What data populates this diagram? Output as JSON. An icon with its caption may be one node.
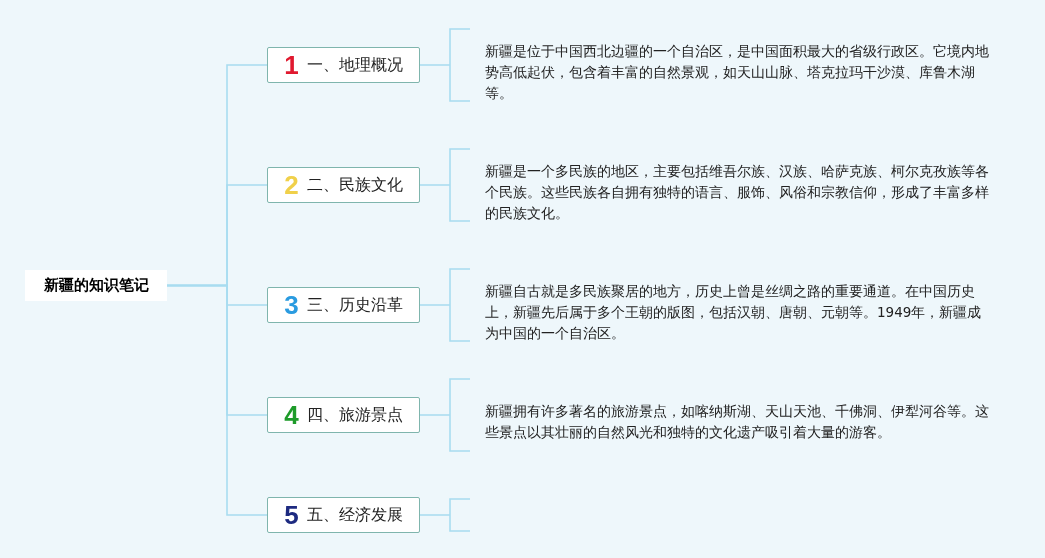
{
  "diagram": {
    "nodes": [
      {
        "text": [
          "新疆的知识笔记"
        ]
      },
      {
        "text": [
          "1",
          "一、地理概况"
        ]
      },
      {
        "text": [
          "2",
          "二、民族文化"
        ]
      },
      {
        "text": [
          "3",
          "三、历史沿革"
        ]
      },
      {
        "text": [
          "4",
          "四、旅游景点"
        ]
      },
      {
        "text": [
          "5",
          "五、经济发展"
        ]
      },
      {
        "text": [
          "新疆是位于中国西北边疆的一个自治区，是中国面积最大的省级行政区。它境内地势高低起伏，包含着丰富的自然景观，如天山山脉、塔克拉玛干沙漠、库鲁木湖等。"
        ]
      },
      {
        "text": [
          "新疆是一个多民族的地区，主要包括维吾尔族、汉族、哈萨克族、柯尔克孜族等各个民族。这些民族各自拥有独特的语言、服饰、风俗和宗教信仰，形成了丰富多样的民族文化。"
        ]
      },
      {
        "text": [
          "新疆自古就是多民族聚居的地方，历史上曾是丝绸之路的重要通道。在中国历史上，新疆先后属于多个王朝的版图，包括汉朝、唐朝、元朝等。1949年，新疆成为中国的一个自治区。"
        ]
      },
      {
        "text": [
          "新疆拥有许多著名的旅游景点，如喀纳斯湖、天山天池、千佛洞、伊犁河谷等。这些景点以其壮丽的自然风光和独特的文化遗产吸引着大量的游客。"
        ]
      }
    ],
    "edges": [
      {
        "from": 0,
        "to": 1,
        "arrow": "none"
      },
      {
        "from": 0,
        "to": 2,
        "arrow": "none"
      },
      {
        "from": 0,
        "to": 3,
        "arrow": "none"
      },
      {
        "from": 0,
        "to": 4,
        "arrow": "none"
      },
      {
        "from": 0,
        "to": 5,
        "arrow": "none"
      },
      {
        "from": 1,
        "to": 6,
        "arrow": "none"
      },
      {
        "from": 2,
        "to": 7,
        "arrow": "none"
      },
      {
        "from": 3,
        "to": 8,
        "arrow": "none"
      },
      {
        "from": 4,
        "to": 9,
        "arrow": "none"
      }
    ]
  }
}
